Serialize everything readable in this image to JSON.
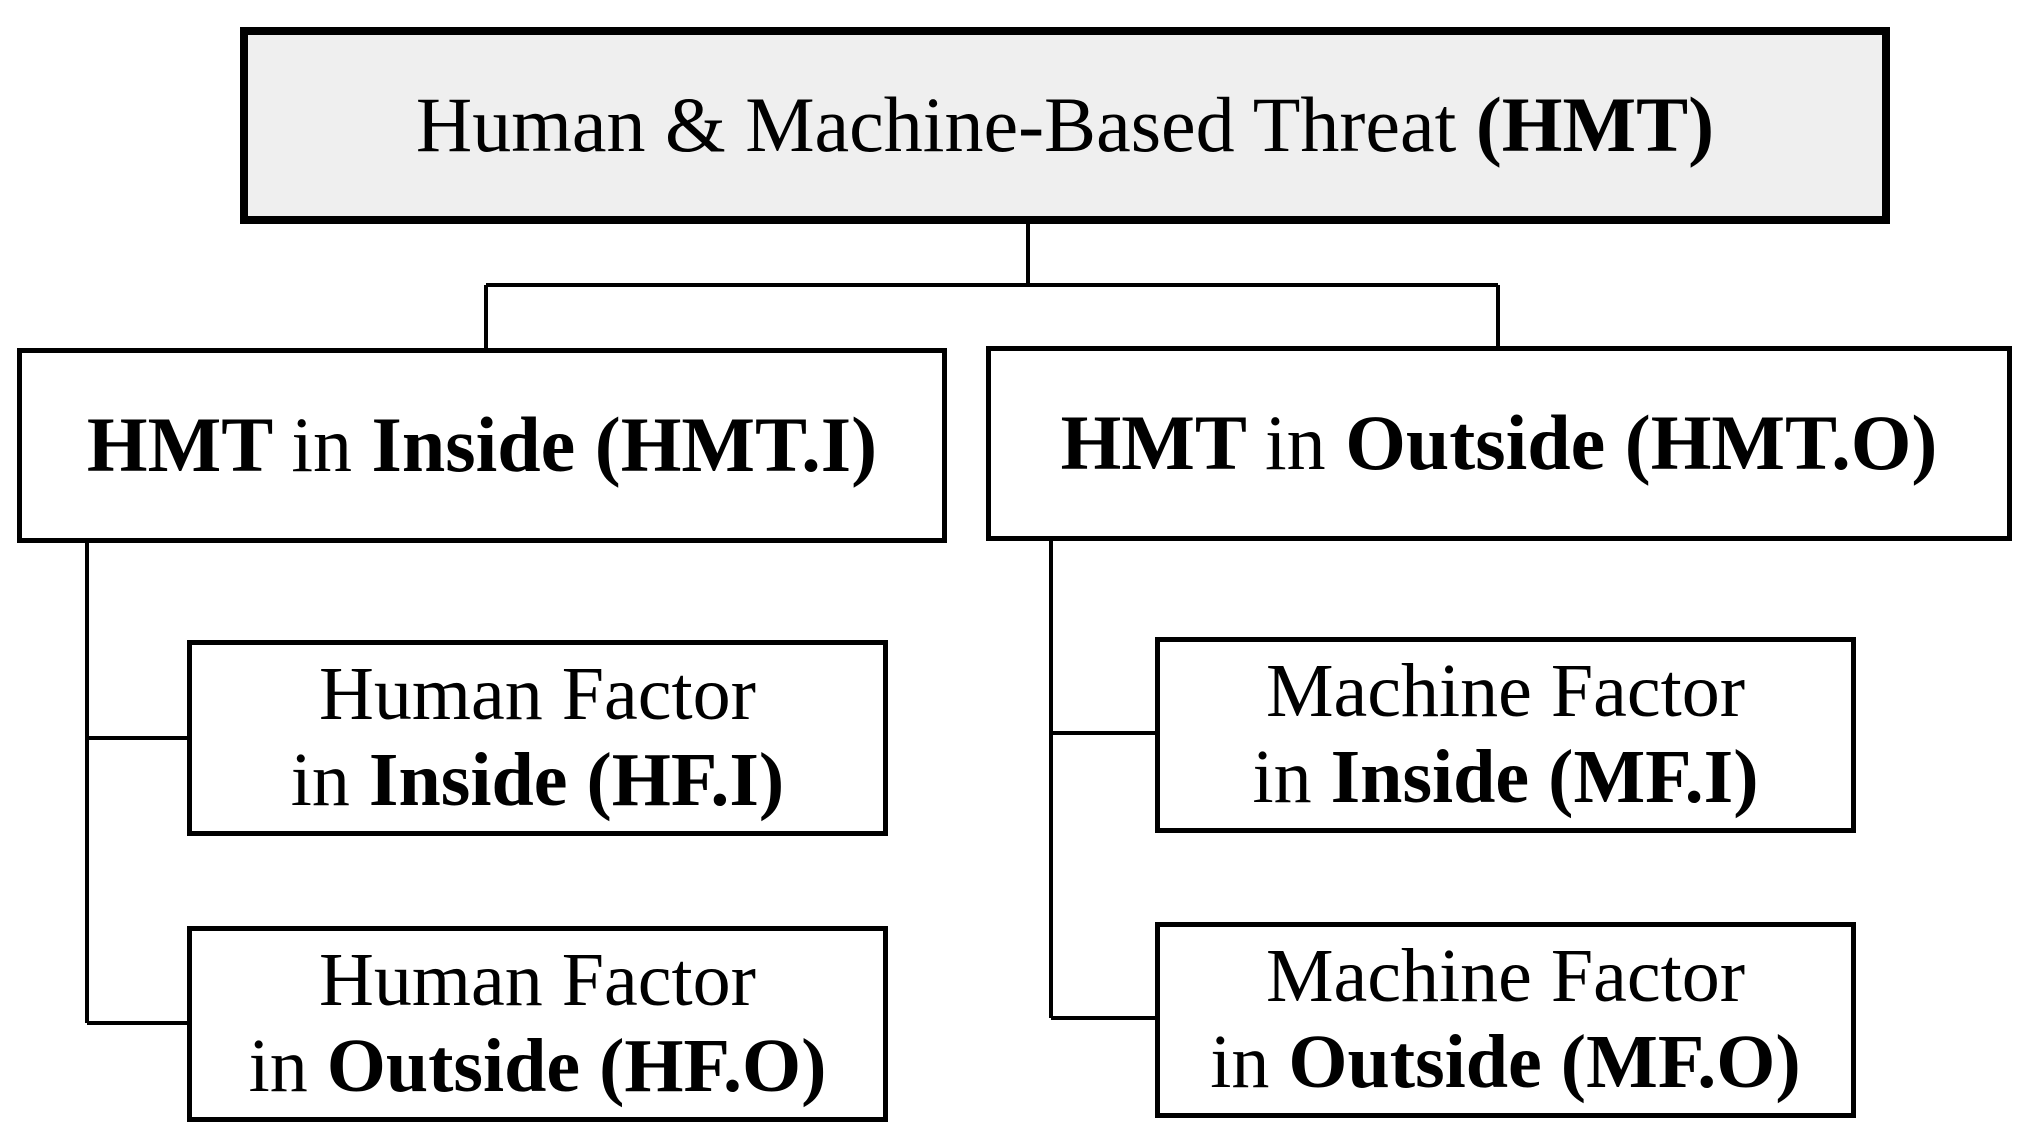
{
  "root": {
    "part1": "Human & Machine-Based Threat ",
    "part2": "(HMT)"
  },
  "inside": {
    "p1": "HMT ",
    "p2": "in ",
    "p3": "Inside (HMT.I)"
  },
  "outside": {
    "p1": "HMT ",
    "p2": "in ",
    "p3": "Outside (HMT.O)"
  },
  "leaves": {
    "hf_i": {
      "line1": "Human Factor",
      "line2a": "in ",
      "line2b": "Inside (HF.I)"
    },
    "hf_o": {
      "line1": "Human Factor",
      "line2a": "in ",
      "line2b": "Outside (HF.O)"
    },
    "mf_i": {
      "line1": "Machine Factor",
      "line2a": "in ",
      "line2b": "Inside (MF.I)"
    },
    "mf_o": {
      "line1": "Machine Factor",
      "line2a": "in ",
      "line2b": "Outside (MF.O)"
    }
  },
  "colors": {
    "root_fill": "#efefef",
    "stroke": "#000000",
    "box_fill": "#ffffff"
  }
}
